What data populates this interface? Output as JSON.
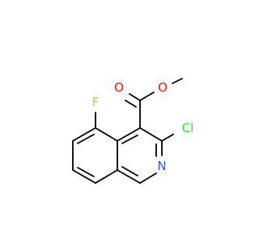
{
  "molecule": {
    "atom_labels": {
      "methyl_O": "O",
      "carbonyl_O": "O",
      "fluorine": "F",
      "chlorine": "Cl",
      "nitrogen": "N"
    },
    "colors": {
      "bond": "#000000",
      "oxygen": "#ff0d0d",
      "fluorine": "#90e050",
      "chlorine": "#1ff01f",
      "nitrogen": "#3050f8"
    }
  }
}
